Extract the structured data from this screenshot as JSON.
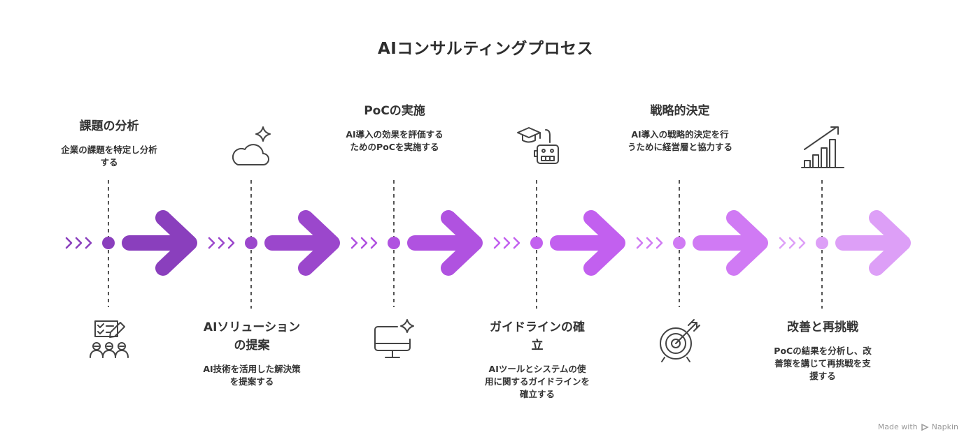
{
  "title": "AIコンサルティングプロセス",
  "steps": [
    {
      "title": "課題の分析",
      "desc": "企業の課題を特定し分析する",
      "color": "#8a3fbd",
      "icon": "checklist-people-icon",
      "position": "top"
    },
    {
      "title": "AIソリューションの提案",
      "desc": "AI技術を活用した解決策を提案する",
      "color": "#9b47cc",
      "icon": "cloud-sparkle-icon",
      "position": "bottom"
    },
    {
      "title": "PoCの実施",
      "desc": "AI導入の効果を評価するためのPoCを実施する",
      "color": "#b052e0",
      "icon": "monitor-sparkle-icon",
      "position": "top"
    },
    {
      "title": "ガイドラインの確立",
      "desc": "AIツールとシステムの使用に関するガイドラインを確立する",
      "color": "#c260ef",
      "icon": "graduation-robot-icon",
      "position": "bottom"
    },
    {
      "title": "戦略的決定",
      "desc": "AI導入の戦略的決定を行うために経営層と協力する",
      "color": "#d07af4",
      "icon": "target-arrow-icon",
      "position": "top"
    },
    {
      "title": "改善と再挑戦",
      "desc": "PoCの結果を分析し、改善策を講じて再挑戦を支援する",
      "color": "#dd9ff7",
      "icon": "growth-chart-icon",
      "position": "bottom"
    }
  ],
  "footer": {
    "made_with": "Made with",
    "brand": "Napkin"
  }
}
